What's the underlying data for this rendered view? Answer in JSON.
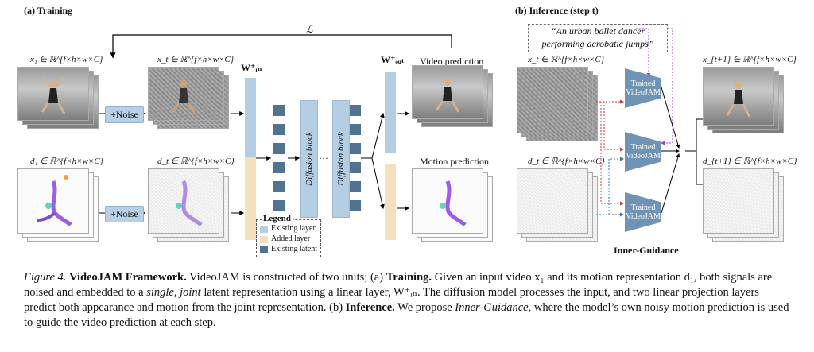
{
  "figure": {
    "training_label": "(a) Training",
    "inference_label": "(b) Inference (step t)",
    "loss_symbol": "ℒ",
    "x1_label": "x₁ ∈ ℝ^{f×h×w×C}",
    "d1_label": "d₁ ∈ ℝ^{f×h×w×C}",
    "xt_label": "x_t ∈ ℝ^{f×h×w×C}",
    "dt_label": "d_t ∈ ℝ^{f×h×w×C}",
    "xt1_label": "x_{t+1} ∈ ℝ^{f×h×w×C}",
    "dt1_label": "d_{t+1} ∈ ℝ^{f×h×w×C}",
    "noise_label": "+Noise",
    "w_in_label": "W⁺ᵢₙ",
    "w_out_label": "W⁺ₒᵤₜ",
    "diffusion_block_label": "Diffusion block",
    "ellipsis": "···",
    "video_prediction_label": "Video prediction",
    "motion_prediction_label": "Motion prediction",
    "legend": {
      "title": "Legend",
      "items": [
        {
          "label": "Existing layer",
          "color": "#b3cde3"
        },
        {
          "label": "Added layer",
          "color": "#f5dfbd"
        },
        {
          "label": "Existing latent",
          "color": "#4f7390"
        }
      ]
    },
    "prompt_text": "“An urban ballet dancer performing acrobatic jumps”",
    "trained_videojam_label": "Trained VideoJAM",
    "inner_guidance_label": "Inner-Guidance"
  },
  "caption": {
    "fig_num": "Figure 4.",
    "title": "VideoJAM Framework.",
    "seg1": " VideoJAM is constructed of two units; (a) ",
    "training": "Training.",
    "seg2": " Given an input video x₁ and its motion representation d₁, both signals are noised and embedded to a ",
    "emph": "single, joint",
    "seg3": " latent representation using a linear layer, W⁺ᵢₙ. The diffusion model processes the input, and two linear projection layers predict both appearance and motion from the joint representation. (b) ",
    "inference": "Inference.",
    "seg4": " We propose ",
    "ig": "Inner-Guidance",
    "seg5": ", where the model’s own noisy motion prediction is used to guide the video prediction at each step."
  },
  "colors": {
    "layer_existing": "#b3cde3",
    "layer_added": "#f5dfbd",
    "latent": "#4f7390",
    "arrow_red": "#d33",
    "arrow_blue": "#3b6fb5",
    "arrow_purple": "#9b3fd1"
  }
}
